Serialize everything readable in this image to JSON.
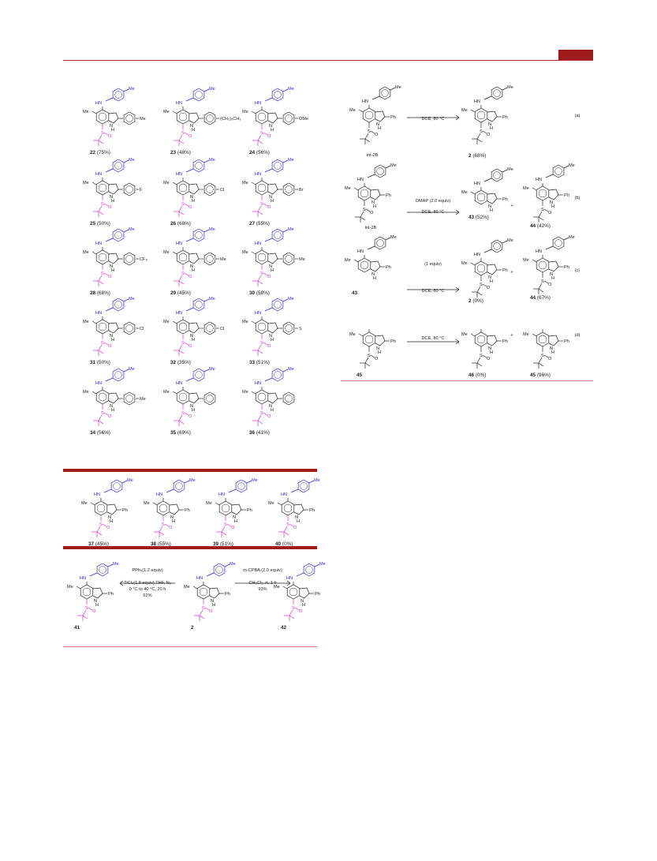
{
  "colors": {
    "header": "#9e1c1c",
    "aryl": "#2a2ad8",
    "sulfinyl": "#d62ad6"
  },
  "scope_table": [
    {
      "num": "22",
      "yield": "(75%)",
      "sub": "Me"
    },
    {
      "num": "23",
      "yield": "(48%)",
      "sub": "(CH₂)₅CH₃"
    },
    {
      "num": "24",
      "yield": "(56%)",
      "sub": "OMe"
    },
    {
      "num": "25",
      "yield": "(50%)",
      "sub": "F"
    },
    {
      "num": "26",
      "yield": "(68%)",
      "sub": "Cl"
    },
    {
      "num": "27",
      "yield": "(55%)",
      "sub": "Br"
    },
    {
      "num": "28",
      "yield": "(68%)",
      "sub": "CF₃"
    },
    {
      "num": "29",
      "yield": "(45%)",
      "sub": "Me"
    },
    {
      "num": "30",
      "yield": "(58%)",
      "sub": "Me"
    },
    {
      "num": "31",
      "yield": "(50%)",
      "sub": "Cl"
    },
    {
      "num": "32",
      "yield": "(35%)",
      "sub": "Cl"
    },
    {
      "num": "33",
      "yield": "(51%)",
      "sub": "S"
    },
    {
      "num": "34",
      "yield": "(56%)",
      "sub": "Me"
    },
    {
      "num": "35",
      "yield": "(69%)",
      "sub": ""
    },
    {
      "num": "36",
      "yield": "(41%)",
      "sub": ""
    }
  ],
  "sulfinyl_table": [
    {
      "num": "37",
      "yield": "(45%)"
    },
    {
      "num": "38",
      "yield": "(55%)"
    },
    {
      "num": "39",
      "yield": "(51%)"
    },
    {
      "num": "40",
      "yield": "(0%)"
    }
  ],
  "transform": {
    "left_reagent1": "PPh₃(1.2 equiv)",
    "left_reagent2": "TiCl₄(1.8 equiv),THF, N₂",
    "left_reagent3": "0 °C to 40 °C, 20 h",
    "left_yield": "62%",
    "right_reagent1": "m-CPBA (2.0 equiv)",
    "right_reagent2": "CH₂Cl₂, rt, 1 h",
    "right_yield": "93%",
    "c41": "41",
    "c2": "2",
    "c42": "42"
  },
  "mechanism": {
    "a": {
      "cond": "DCE, 80 °C",
      "start": "int-2B",
      "prod": "2",
      "prod_yield": "(68%)",
      "tag": "(a)"
    },
    "b": {
      "cond1": "DMAP (2.0 equiv)",
      "cond2": "DCE, 80 °C",
      "start": "int-2B",
      "p1": "43",
      "p1y": "(52%)",
      "p2": "44",
      "p2y": "(42%)",
      "tag": "(b)"
    },
    "c": {
      "reagent": "(1 equiv)",
      "cond": "DCE, 80 °C",
      "start": "43",
      "p1": "2",
      "p1y": "(0%)",
      "p2": "44",
      "p2y": "(67%)",
      "tag": "(c)"
    },
    "d": {
      "cond": "DCE, 80 °C",
      "start": "45",
      "p1": "46",
      "p1y": "(0%)",
      "p2": "45",
      "p2y": "(96%)",
      "tag": "(d)"
    }
  },
  "atoms": {
    "HN": "HN",
    "NH": "NH",
    "Me": "Me",
    "Ph": "Ph",
    "N": "N",
    "H": "H",
    "S": "S",
    "O": "O",
    "plus": "+",
    "Cl": "Cl"
  }
}
